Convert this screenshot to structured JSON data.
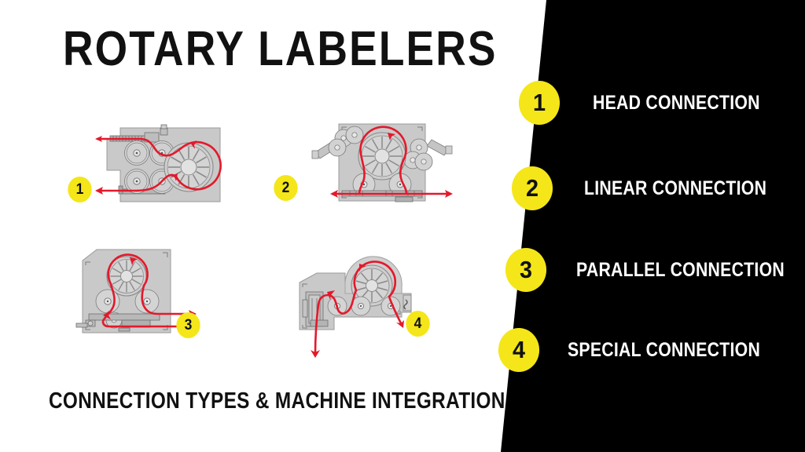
{
  "slide": {
    "title": "ROTARY LABELERS",
    "caption": "CONNECTION TYPES & MACHINE INTEGRATION",
    "background_color": "#FFFFFF",
    "panel_color": "#000000",
    "accent_color": "#F4E619",
    "flow_color": "#E3192B",
    "machine_color": "#C9C9C9"
  },
  "connection_list": [
    {
      "number": "1",
      "label": "HEAD CONNECTION"
    },
    {
      "number": "2",
      "label": "LINEAR CONNECTION"
    },
    {
      "number": "3",
      "label": "PARALLEL CONNECTION"
    },
    {
      "number": "4",
      "label": "SPECIAL CONNECTION"
    }
  ],
  "diagrams": [
    {
      "number": "1",
      "name": "head-connection-diagram",
      "description": "Rectangular labeler body with notched left edge, two pairs of star wheels and a large spoked rotary turret at the right; red flow enters at upper left and exits at lower left."
    },
    {
      "number": "2",
      "name": "linear-connection-diagram",
      "description": "Square labeler body with a large central spoked turret, two lower star wheels and diagonal feed units at upper left and right; red flow runs straight through, entering from the right and exiting to the left."
    },
    {
      "number": "3",
      "name": "parallel-connection-diagram",
      "description": "Square labeler body with the spoked turret at top centre, two star wheels below and a third lower wheel; two parallel red lines enter and exit on the right side."
    },
    {
      "number": "4",
      "name": "special-connection-diagram",
      "description": "Irregular L-shaped labeler body with a rounded turret housing at top; red flow enters from the bottom left, serpentines through three star wheels and exits at the bottom right."
    }
  ]
}
